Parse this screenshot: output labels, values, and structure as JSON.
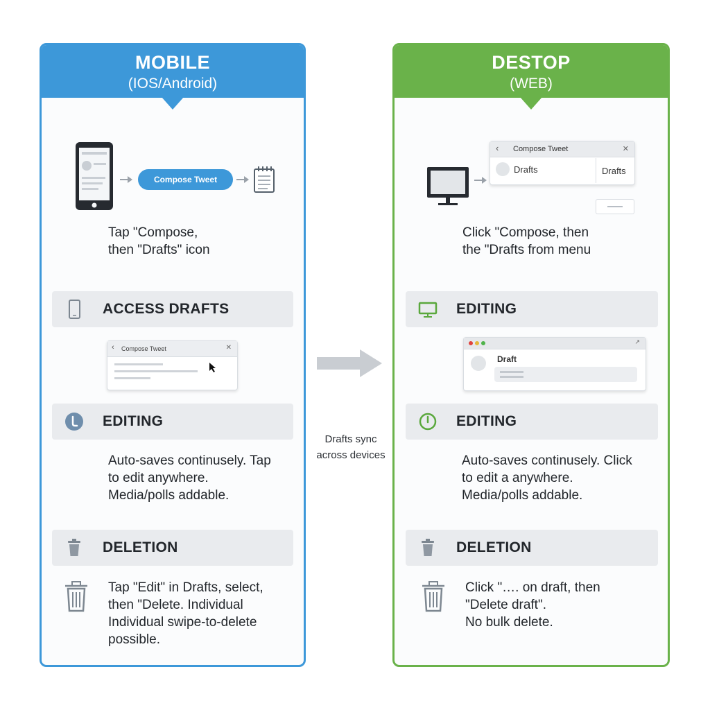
{
  "mobile": {
    "title": "MOBILE",
    "subtitle": "(IOS/Android)",
    "compose_button": "Compose Tweet",
    "instruction_lines": [
      "Tap \"Compose,",
      "then \"Drafts\" icon"
    ],
    "sections": [
      {
        "title": "ACCESS DRAFTS",
        "icon": "phone-icon"
      },
      {
        "title": "EDITING",
        "icon": "pencil-circle-icon",
        "lines": [
          "Auto-saves continusely. Tap",
          "to edit  anywhere.",
          "Media/polls addable."
        ]
      },
      {
        "title": "DELETION",
        "icon": "trash-icon",
        "lines": [
          "Tap \"Edit\" in Drafts, select,",
          "then \"Delete. Individual",
          "Individual swipe-to-delete",
          "possible."
        ]
      }
    ],
    "mini_window_title": "Compose Tweet",
    "accent": "#3d98d9"
  },
  "desktop": {
    "title": "DESTOP",
    "subtitle": "(WEB)",
    "menu": {
      "title": "Compose Tweet",
      "item": "Drafts",
      "side_label": "Drafts"
    },
    "instruction_lines": [
      "Click \"Compose, then",
      "the \"Drafts from menu"
    ],
    "sections": [
      {
        "title": "EDITING",
        "icon": "monitor-icon"
      },
      {
        "title": "EDITING",
        "icon": "power-icon",
        "lines": [
          "Auto-saves continusely. Click",
          "to edit a anywhere.",
          "Media/polls addable."
        ]
      },
      {
        "title": "DELETION",
        "icon": "trash-icon",
        "lines": [
          "Click \"…. on draft, then",
          "\"Delete draft\".",
          "No bulk delete."
        ]
      }
    ],
    "browser_draft_label": "Draft",
    "accent": "#6ab24a"
  },
  "center": {
    "sync_lines": [
      "Drafts sync",
      "across devices"
    ]
  }
}
